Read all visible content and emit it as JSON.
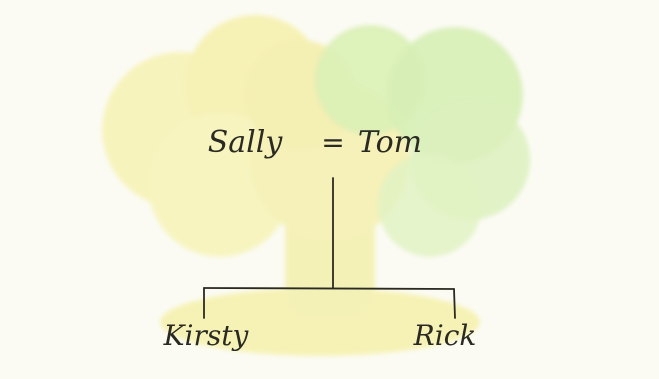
{
  "family_tree": {
    "parents": {
      "left": "Sally",
      "separator": "=",
      "right": "Tom"
    },
    "children": [
      {
        "name": "Kirsty"
      },
      {
        "name": "Rick"
      }
    ]
  },
  "colors": {
    "background": "#fbfbf4",
    "tree_yellow": "#f6f2b4",
    "tree_green": "#d6efb4",
    "ink": "#2a2a22"
  }
}
